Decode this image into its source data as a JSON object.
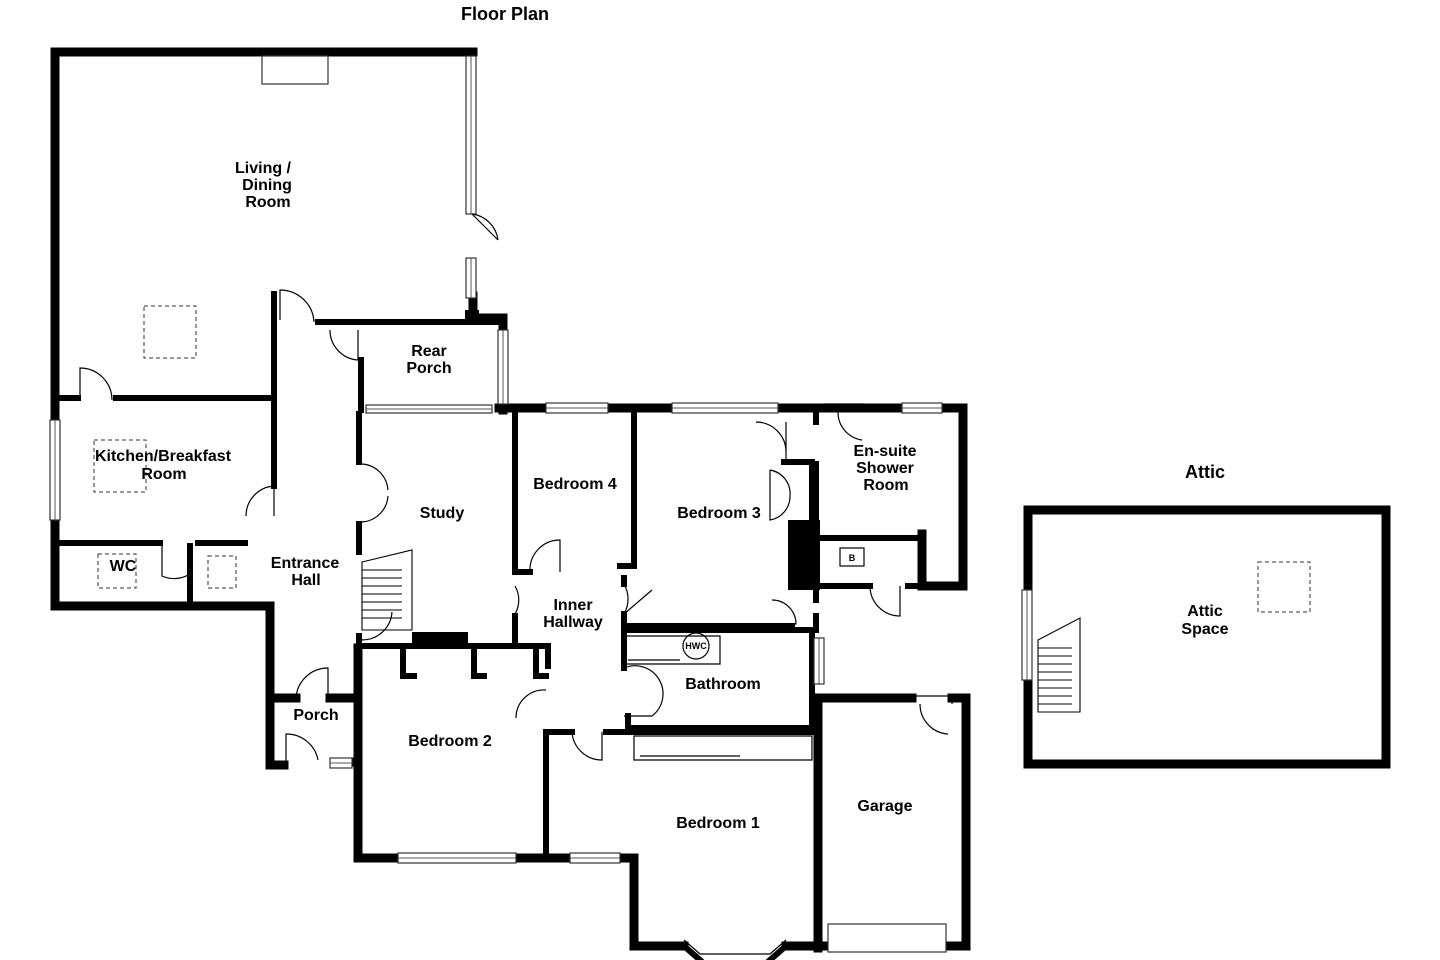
{
  "titles": {
    "floor_plan": "Floor Plan",
    "attic": "Attic"
  },
  "rooms": {
    "living_1": "Living /",
    "living_2": "Dining",
    "living_3": "Room",
    "rear_porch_1": "Rear",
    "rear_porch_2": "Porch",
    "kitchen_1": "Kitchen/Breakfast",
    "kitchen_2": "Room",
    "wc": "WC",
    "entrance_1": "Entrance",
    "entrance_2": "Hall",
    "study": "Study",
    "bedroom4": "Bedroom 4",
    "bedroom3": "Bedroom 3",
    "ensuite_1": "En-suite",
    "ensuite_2": "Shower",
    "ensuite_3": "Room",
    "inner_1": "Inner",
    "inner_2": "Hallway",
    "bathroom": "Bathroom",
    "porch": "Porch",
    "bedroom2": "Bedroom 2",
    "bedroom1": "Bedroom 1",
    "garage": "Garage",
    "attic_1": "Attic",
    "attic_2": "Space"
  },
  "fixtures": {
    "boiler": "B",
    "hwc": "HWC"
  }
}
